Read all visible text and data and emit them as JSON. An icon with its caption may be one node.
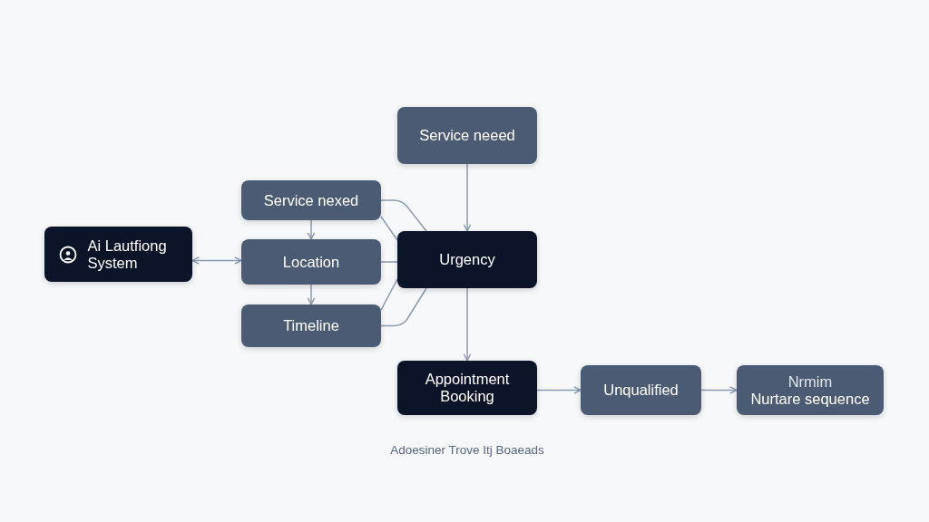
{
  "diagram": {
    "nodes": [
      {
        "text": [
          "Service neeed"
        ]
      },
      {
        "text": [
          "Ai Lautfiong System"
        ]
      },
      {
        "text": [
          "Service nexed"
        ]
      },
      {
        "text": [
          "Location"
        ]
      },
      {
        "text": [
          "Timeline"
        ]
      },
      {
        "text": [
          "Urgency"
        ]
      },
      {
        "text": [
          "Appointment Booking"
        ]
      },
      {
        "text": [
          "Unqualified"
        ]
      },
      {
        "text": [
          "Nrmim",
          "Nurtare sequence"
        ]
      }
    ],
    "edges": [
      {
        "from": 0,
        "to": 5,
        "arrow": "to"
      },
      {
        "from": 1,
        "to": 3,
        "arrow": "both"
      },
      {
        "from": 2,
        "to": 3,
        "arrow": "to"
      },
      {
        "from": 3,
        "to": 4,
        "arrow": "to"
      },
      {
        "from": 2,
        "to": 5,
        "arrow": "none"
      },
      {
        "from": 2,
        "to": 5,
        "arrow": "none"
      },
      {
        "from": 3,
        "to": 5,
        "arrow": "none"
      },
      {
        "from": 4,
        "to": 5,
        "arrow": "none"
      },
      {
        "from": 4,
        "to": 5,
        "arrow": "none"
      },
      {
        "from": 5,
        "to": 6,
        "arrow": "to"
      },
      {
        "from": 6,
        "to": 7,
        "arrow": "to"
      },
      {
        "from": 7,
        "to": 8,
        "arrow": "to"
      }
    ],
    "labels": [
      "Adoesiner Trove Itj Boaeads"
    ]
  }
}
